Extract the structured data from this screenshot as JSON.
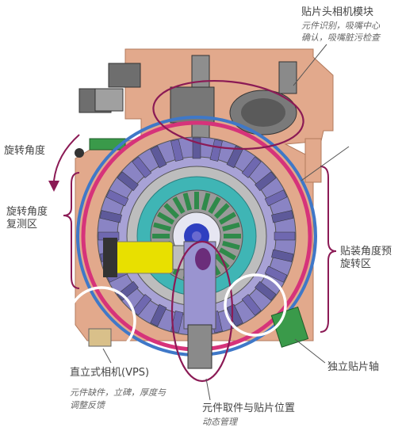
{
  "labels": {
    "head_module_title": "贴片头相机模块",
    "head_module_sub1": "元件识别，吸嘴中心",
    "head_module_sub2": "确认，吸嘴脏污检查",
    "rotation_angle": "旋转角度",
    "recheck_zone_line1": "旋转角度",
    "recheck_zone_line2": "复测区",
    "prerotate_line1": "贴装角度预",
    "prerotate_line2": "旋转区",
    "independent_axis": "独立贴片轴",
    "vps_title": "直立式相机(VPS)",
    "vps_sub1": "元件缺件，立碑，厚度与",
    "vps_sub2": "调整反馈",
    "pick_place_title": "元件取件与贴片位置",
    "pick_place_sub": "动态管理"
  },
  "colors": {
    "frame": "#e2a98c",
    "annotation": "#8b1a55",
    "ring_pink": "#d6337a",
    "ring_blue": "#3f78c8",
    "heads_purple": "#8a84c4",
    "teal": "#3fb5b5",
    "yellow_motor": "#e8e000",
    "green_board": "#3a9a4a"
  }
}
